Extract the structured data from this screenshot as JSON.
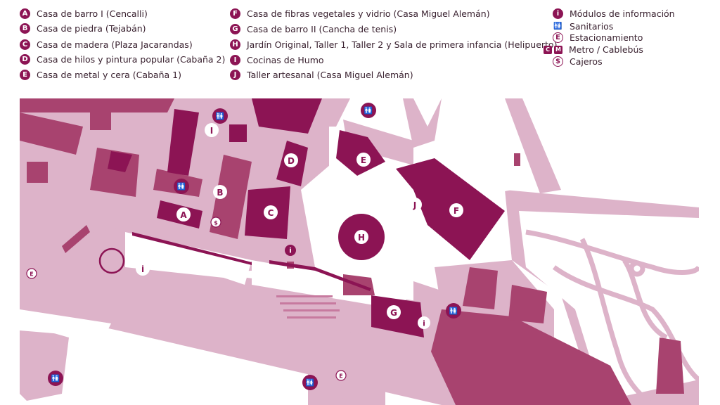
{
  "legend": {
    "col1": [
      {
        "letter": "A",
        "label": "Casa de barro I (Cencalli)"
      },
      {
        "letter": "B",
        "label": "Casa de piedra (Tejabán)"
      },
      {
        "letter": "C",
        "label": "Casa de madera (Plaza Jacarandas)"
      },
      {
        "letter": "D",
        "label": "Casa de hilos y pintura popular (Cabaña 2)"
      },
      {
        "letter": "E",
        "label": "Casa de metal y cera (Cabaña 1)"
      }
    ],
    "col2": [
      {
        "letter": "F",
        "label": "Casa de fibras vegetales y vidrio (Casa Miguel Alemán)"
      },
      {
        "letter": "G",
        "label": "Casa de barro II (Cancha de tenis)"
      },
      {
        "letter": "H",
        "label": "Jardín Original, Taller 1, Taller 2 y Sala de primera infancia (Helipuerto)"
      },
      {
        "letter": "I",
        "label": "Cocinas de Humo"
      },
      {
        "letter": "J",
        "label": "Taller artesanal (Casa Miguel Alemán)"
      }
    ],
    "col3": [
      {
        "symbol": "i",
        "label": "Módulos de información"
      },
      {
        "symbol": "🚻",
        "label": "Sanitarios"
      },
      {
        "symbol": "E",
        "label": "Estacionamiento"
      },
      {
        "symbol": "C",
        "label": "Metro / Cablebús"
      },
      {
        "symbol": "$",
        "label": "Cajeros"
      }
    ],
    "metro_second_symbol": "M"
  },
  "map": {
    "colors": {
      "path": "#ddb3c9",
      "building": "#8c1454",
      "building_light": "#a8436f",
      "white": "#ffffff"
    },
    "markers": {
      "A": "A",
      "B": "B",
      "C": "C",
      "D": "D",
      "E": "E",
      "F": "F",
      "G": "G",
      "H": "H",
      "I": "I",
      "J": "J",
      "info": "i",
      "cash": "$",
      "parking": "E",
      "restroom": "🚻"
    }
  }
}
